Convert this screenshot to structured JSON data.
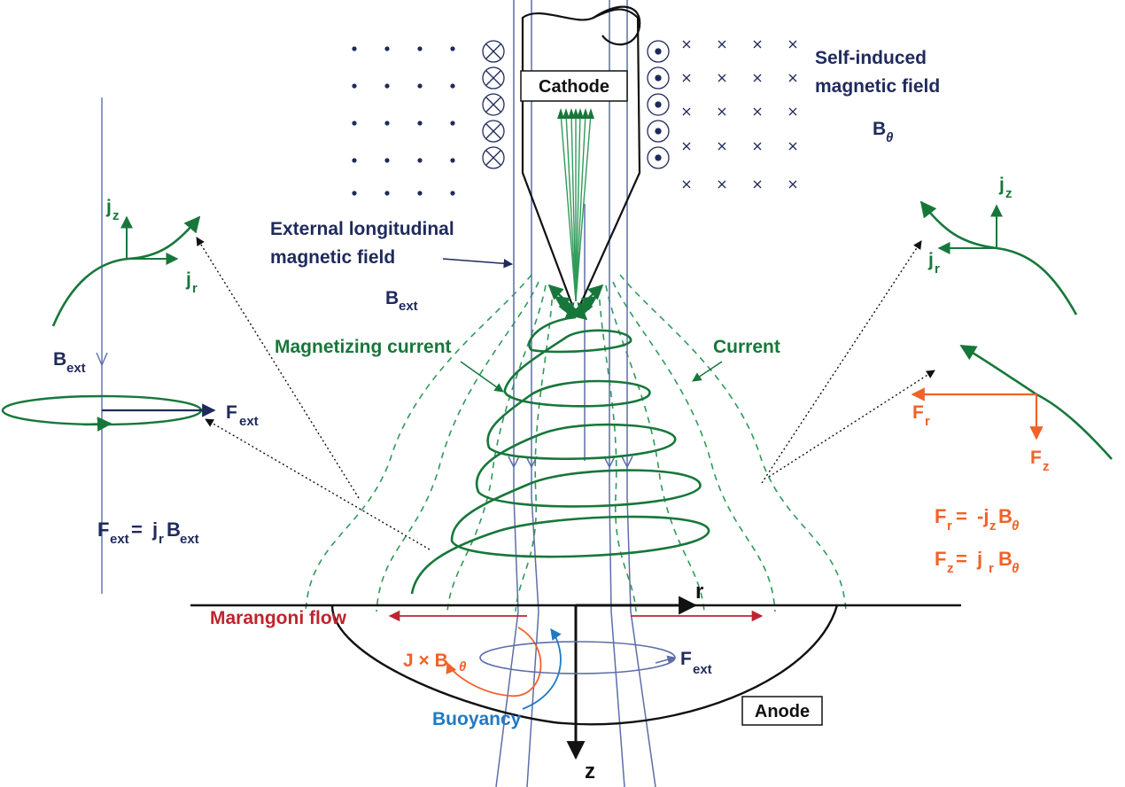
{
  "colors": {
    "navy": "#1f2a5c",
    "green": "#17773a",
    "orange": "#f0622a",
    "red": "#c0242e",
    "blue": "#1f7ac4",
    "steel": "#5c6ea8"
  },
  "labels": {
    "cathode": "Cathode",
    "anode": "Anode",
    "self_induced_line1": "Self-induced",
    "self_induced_line2": "magnetic field",
    "b_theta_main": "B",
    "theta": "θ",
    "external_line1": "External longitudinal",
    "external_line2": "magnetic field",
    "b_main": "B",
    "ext": "ext",
    "magnetizing_current": "Magnetizing current",
    "current": "Current",
    "marangoni_flow": "Marangoni flow",
    "buoyancy": "Buoyancy",
    "j_main": "j",
    "z_sub": "z",
    "r_sub": "r",
    "f_main": "F",
    "axis_r": "r",
    "axis_z": "z",
    "jxb_prefix": "J × B",
    "equals": " = ",
    "minus_j": "-j",
    "j_plain": " j"
  }
}
